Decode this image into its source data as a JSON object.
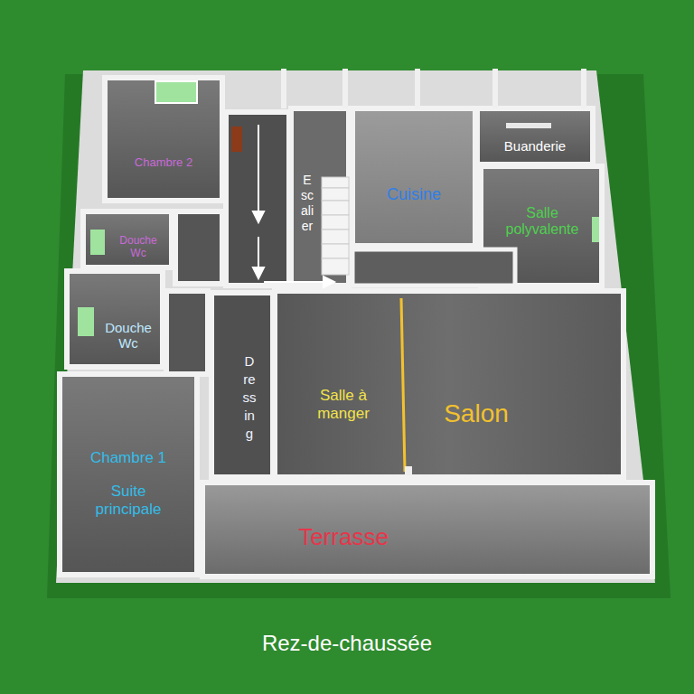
{
  "diagram": {
    "caption": "Rez-de-chaussée",
    "nodes": [
      {
        "text": [
          "Chambre 2"
        ]
      },
      {
        "text": [
          "Escalier"
        ]
      },
      {
        "text": [
          "Cuisine"
        ]
      },
      {
        "text": [
          "Buanderie"
        ]
      },
      {
        "text": [
          "Salle polyvalente"
        ]
      },
      {
        "text": [
          "Douche Wc"
        ]
      },
      {
        "text": [
          "Douche Wc"
        ]
      },
      {
        "text": [
          "Dressing"
        ]
      },
      {
        "text": [
          "Salle à manger"
        ]
      },
      {
        "text": [
          "Salon"
        ]
      },
      {
        "text": [
          "Chambre 1",
          "Suite principale"
        ]
      },
      {
        "text": [
          "Terrasse"
        ]
      }
    ]
  }
}
